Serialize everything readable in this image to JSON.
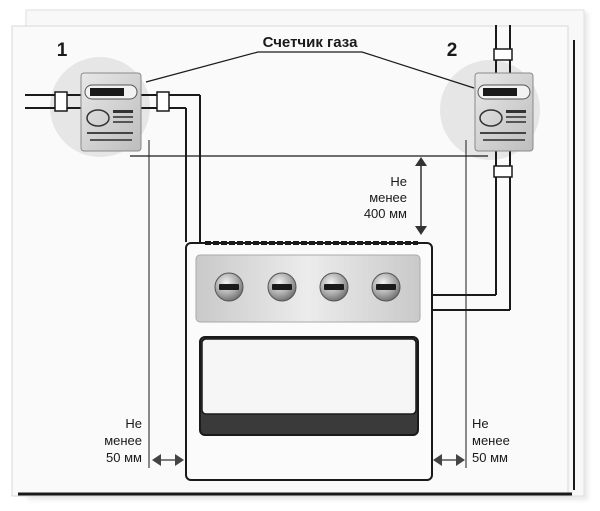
{
  "diagram": {
    "callout_label": "Счетчик газа",
    "meters": [
      {
        "number": "1",
        "placement": "horizontal pipe, left of stove"
      },
      {
        "number": "2",
        "placement": "vertical pipe, right of stove"
      }
    ],
    "dimensions": {
      "vertical": {
        "line1": "Не",
        "line2": "менее",
        "line3": "400 мм"
      },
      "left": {
        "line1": "Не",
        "line2": "менее",
        "line3": "50 мм"
      },
      "right": {
        "line1": "Не",
        "line2": "менее",
        "line3": "50 мм"
      }
    },
    "stove": {
      "burner_knobs": 4
    },
    "colors": {
      "background": "#ffffff",
      "frame_fill": "#f7f7f7",
      "line": "#1a1a1a",
      "highlight_circle": "#e6e6e6",
      "meter_body": "#d9d9d9",
      "oven_door_handle": "#3a3a3a"
    }
  }
}
